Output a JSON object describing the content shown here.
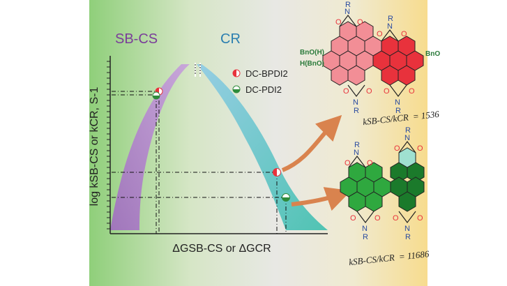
{
  "regions": {
    "left_label": "SB-CS",
    "right_label": "CR"
  },
  "axes": {
    "ylabel": "log kSB-CS or kCR, S-1",
    "xlabel": "ΔGSB-CS or ΔGCR"
  },
  "legend": {
    "items": [
      {
        "label": "DC-BPDI2",
        "marker": "half-red-circle",
        "color": "#e8323c"
      },
      {
        "label": "DC-PDI2",
        "marker": "half-green-circle",
        "color": "#2e8b3a"
      }
    ]
  },
  "molecules": {
    "top": {
      "substituent_r": "R",
      "bno_h": "BnO(H)",
      "h_bno": "H(BnO)",
      "bno": "BnO",
      "ratio_label": "kSB-CS/kCR",
      "ratio_value": "= 1536"
    },
    "bottom": {
      "substituent_r": "R",
      "ratio_label": "kSB-CS/kCR",
      "ratio_value": "= 11686"
    }
  },
  "colors": {
    "sbcs_band": "#b07cc8",
    "cr_band": "#5bb8d8",
    "red_molecule": "#e8505a",
    "green_molecule": "#2a9a3c",
    "arrow": "#d9834e",
    "bg_left": "#8fcf7a",
    "bg_right": "#f7dc8e"
  }
}
